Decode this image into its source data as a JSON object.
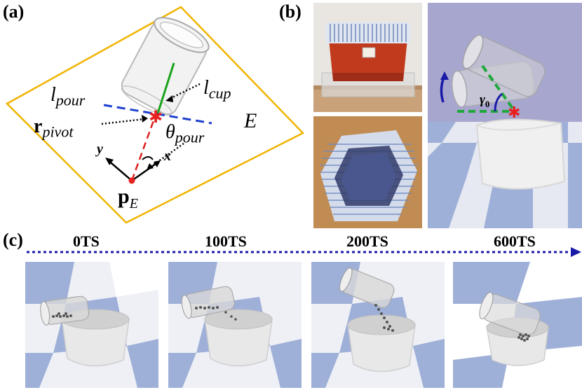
{
  "panels": {
    "a": {
      "label": "(a)"
    },
    "b": {
      "label": "(b)"
    },
    "c": {
      "label": "(c)"
    }
  },
  "diagram_a": {
    "l_pour": {
      "base": "l",
      "sub": "pour"
    },
    "l_cup": {
      "base": "l",
      "sub": "cup"
    },
    "r_pivot": {
      "base": "r",
      "sub": "pivot"
    },
    "theta_pour": {
      "base": "θ",
      "sub": "pour"
    },
    "E": "E",
    "y_axis": "y",
    "x_axis": "x",
    "p_E": {
      "base": "p",
      "sub": "E"
    }
  },
  "sim_b": {
    "gamma": {
      "base": "γ",
      "sub": "0"
    }
  },
  "timeline": [
    {
      "label": "0TS"
    },
    {
      "label": "100TS"
    },
    {
      "label": "200TS"
    },
    {
      "label": "600TS"
    }
  ],
  "colors": {
    "frame_yellow": "#f0b400",
    "dashed_blue": "#1f3fd0",
    "dashed_red": "#e02020",
    "cup_green": "#1aa31a",
    "pivot_red": "#e82020",
    "sim_green": "#1fa83a",
    "timeline_arrow": "#1a1aa8",
    "floor_blue": "#9fb0d8",
    "sky_purple": "#a7a6ce"
  }
}
